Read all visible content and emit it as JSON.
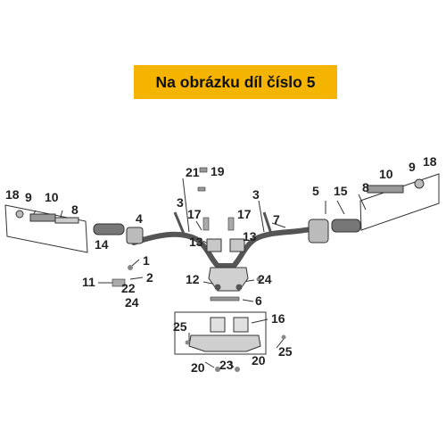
{
  "banner": {
    "text": "Na obrázku díl číslo 5"
  },
  "colors": {
    "banner": "#f5b400",
    "line": "#333333",
    "part_fill": "#d9d9d9",
    "part_dark": "#555555"
  },
  "callouts": {
    "c19": "19",
    "c21": "21",
    "c3a": "3",
    "c3b": "3",
    "c17a": "17",
    "c17b": "17",
    "c7": "7",
    "c13a": "13",
    "c13b": "13",
    "c4": "4",
    "c14": "14",
    "c18l": "18",
    "c9l": "9",
    "c10l": "10",
    "c8l": "8",
    "c10r": "10",
    "c9r": "9",
    "c18r": "18",
    "c5": "5",
    "c15": "15",
    "c8r": "8",
    "c1": "1",
    "c2": "2",
    "c11": "11",
    "c22": "22",
    "c24a": "24",
    "c12": "12",
    "c24b": "24",
    "c6": "6",
    "c16": "16",
    "c25a": "25",
    "c25b": "25",
    "c20a": "20",
    "c23": "23",
    "c20b": "20"
  }
}
